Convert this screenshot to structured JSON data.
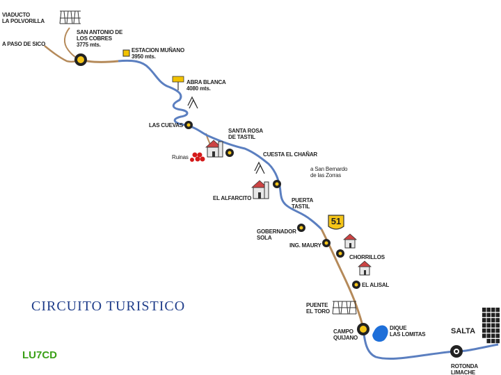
{
  "title": "CIRCUITO TURISTICO",
  "author": "LU7CD",
  "city": "SALTA",
  "route_number": "51",
  "colors": {
    "road_main": "#5b7fc0",
    "road_secondary": "#b58a5a",
    "stop_marker": "#f2c200",
    "town_marker_fill": "#f5c518",
    "ruins": "#d41a1a",
    "lake": "#1e6fd9",
    "city_grid": "#222222",
    "caption": "#1f3d8a",
    "callsign": "#3aa017"
  },
  "places": [
    {
      "id": "viaducto",
      "label": "VIADUCTO\nLA POLVORILLA",
      "icon": "bridge-icon"
    },
    {
      "id": "paso-sico",
      "label": "A PASO DE SICO",
      "icon": "none"
    },
    {
      "id": "san-antonio",
      "label": "SAN ANTONIO DE\nLOS COBRES\n3775 mts.",
      "icon": "town-marker-icon"
    },
    {
      "id": "estacion-munano",
      "label": "ESTACION MUÑANO\n3950 mts.",
      "icon": "station-icon"
    },
    {
      "id": "abra-blanca",
      "label": "ABRA BLANCA\n4080 mts.",
      "icon": "pass-sign-icon"
    },
    {
      "id": "las-cuevas",
      "label": "LAS CUEVAS",
      "icon": "town-marker-icon"
    },
    {
      "id": "santa-rosa",
      "label": "SANTA ROSA\nDE TASTIL",
      "icon": "church-icon"
    },
    {
      "id": "ruinas",
      "label": "Ruinas",
      "icon": "ruins-icon"
    },
    {
      "id": "cuesta-chanar",
      "label": "CUESTA EL CHAÑAR",
      "icon": "switchback-icon"
    },
    {
      "id": "san-bernardo",
      "label": "a San Bernardo\nde las Zorras",
      "icon": "none"
    },
    {
      "id": "el-alfarcito",
      "label": "EL ALFARCITO",
      "icon": "church-icon"
    },
    {
      "id": "puerta-tastil",
      "label": "PUERTA\nTASTIL",
      "icon": "town-marker-icon"
    },
    {
      "id": "gobernador-sola",
      "label": "GOBERNADOR\nSOLA",
      "icon": "town-marker-icon"
    },
    {
      "id": "ing-maury",
      "label": "ING. MAURY",
      "icon": "town-marker-icon"
    },
    {
      "id": "chorrillos",
      "label": "CHORRILLOS",
      "icon": "church-icon"
    },
    {
      "id": "el-alisal",
      "label": "EL ALISAL",
      "icon": "church-icon"
    },
    {
      "id": "puente-toro",
      "label": "PUENTE\nEL TORO",
      "icon": "bridge-icon"
    },
    {
      "id": "campo-quijano",
      "label": "CAMPO\nQUIJANO",
      "icon": "town-marker-icon"
    },
    {
      "id": "dique",
      "label": "DIQUE\nLAS LOMITAS",
      "icon": "lake-icon"
    },
    {
      "id": "rotonda",
      "label": "ROTONDA\nLIMACHE",
      "icon": "town-marker-icon"
    }
  ]
}
